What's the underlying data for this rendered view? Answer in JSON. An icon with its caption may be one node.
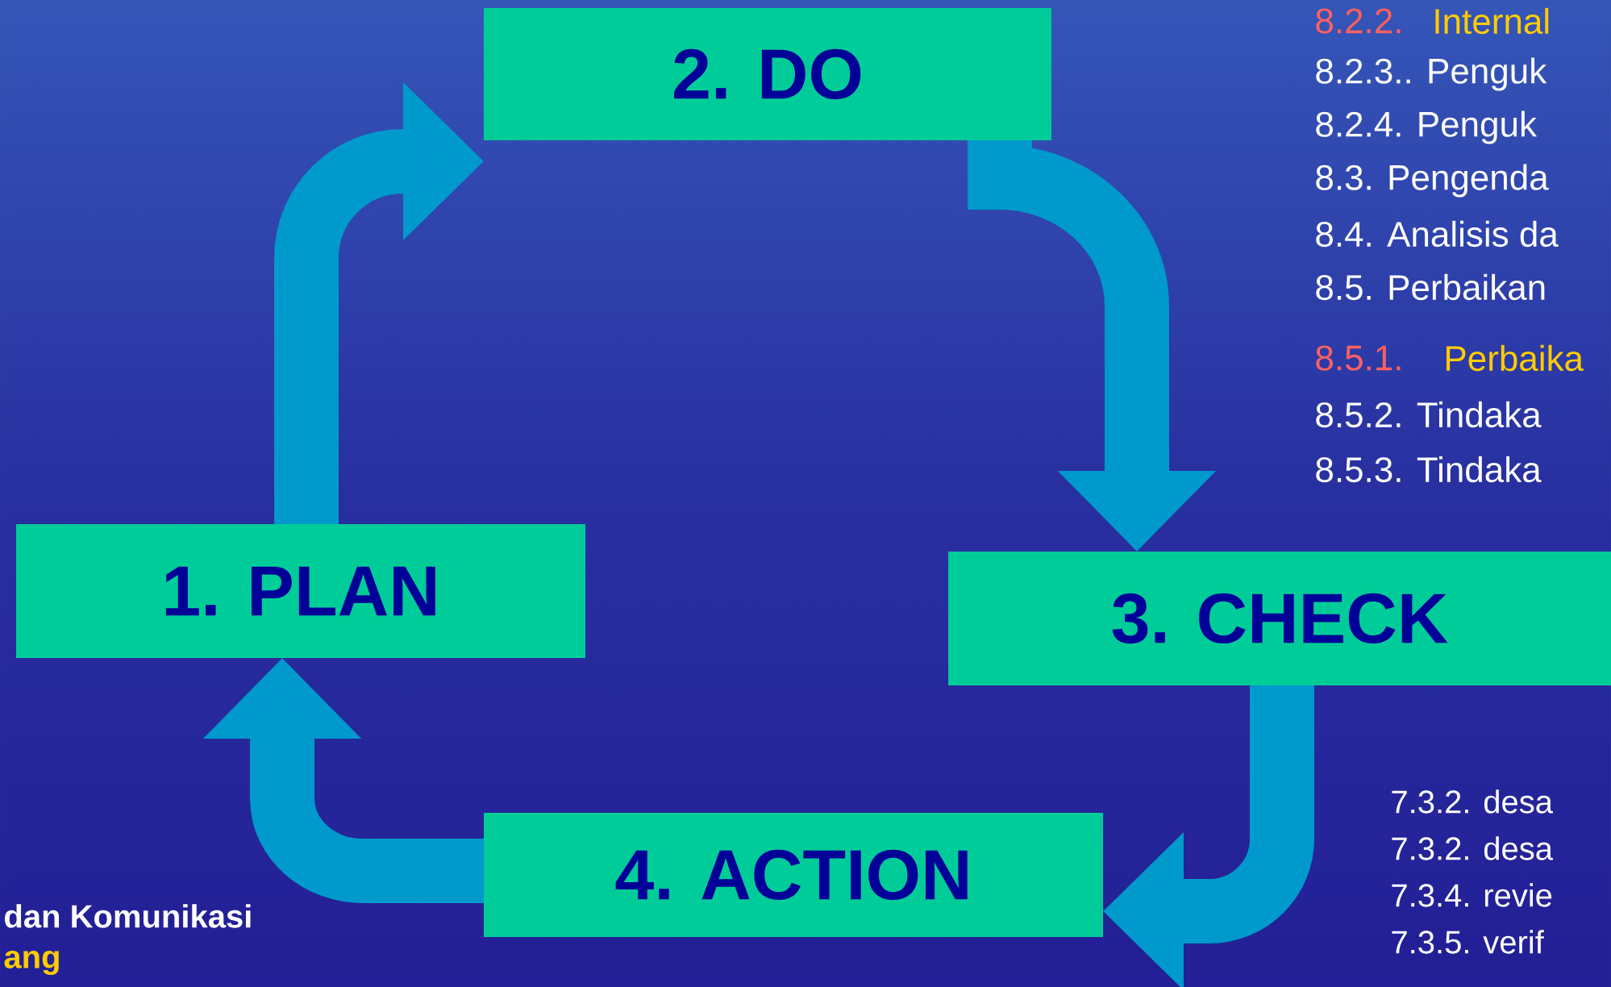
{
  "diagram": {
    "nodes": [
      {
        "text": [
          "1. PLAN"
        ]
      },
      {
        "text": [
          "2. DO"
        ]
      },
      {
        "text": [
          "3. CHECK"
        ]
      },
      {
        "text": [
          "4. ACTION"
        ]
      }
    ],
    "edges": [
      {
        "from": 0,
        "to": 1,
        "arrow": "to"
      },
      {
        "from": 1,
        "to": 2,
        "arrow": "to"
      },
      {
        "from": 2,
        "to": 3,
        "arrow": "to"
      },
      {
        "from": 3,
        "to": 0,
        "arrow": "to"
      }
    ],
    "labels": [
      "8.2.2.",
      "Internal",
      "8.2.3.. Penguk",
      "8.2.4. Penguk",
      "8.3. Pengenda",
      "8.4. Analisis da",
      "8.5. Perbaikan",
      "8.5.1.",
      "Perbaika",
      "8.5.2. Tindaka",
      "8.5.3. Tindaka",
      "7.3.2. desa",
      "7.3.2. desa",
      "7.3.4. revie",
      "7.3.5. verif",
      "dan Komunikasi",
      "ang"
    ]
  }
}
